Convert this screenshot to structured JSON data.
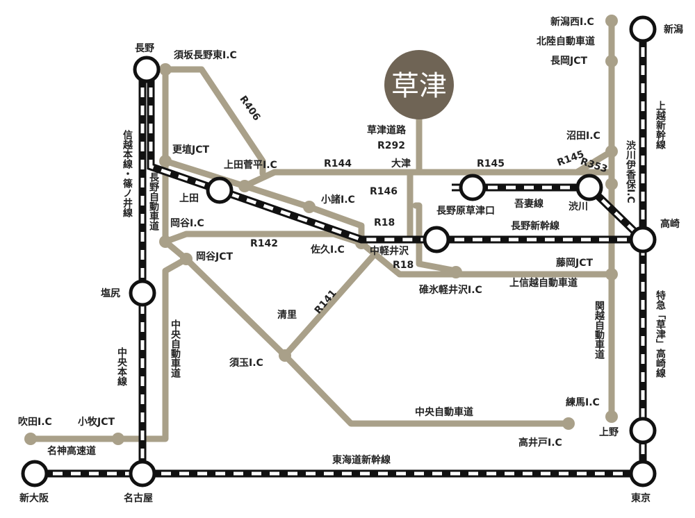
{
  "brand": {
    "name": "草津",
    "color": "#6f6455"
  },
  "colors": {
    "road": "#a9a089",
    "rail": "#111111",
    "text": "#222222"
  },
  "stations": {
    "nagano": "長野",
    "ueda": "上田",
    "shiojiri": "塩尻",
    "nagoya": "名古屋",
    "shin_osaka": "新大阪",
    "tokyo": "東京",
    "takasaki": "高崎",
    "niigata": "新潟",
    "ueno": "上野",
    "shibukawa": "渋川",
    "naganohara": "長野原草津口",
    "nakakaruizawa": "中軽井沢"
  },
  "lines": {
    "shinetsu_shinonoi": "信越本線・篠ノ井線",
    "chuo_honsen": "中央本線",
    "tokaido_shinkansen": "東海道新幹線",
    "joetsu_shinkansen": "上越新幹線",
    "nagano_shinkansen": "長野新幹線",
    "agatsuma": "吾妻線",
    "tokkyu_kusatsu": "特急「草津」高崎線"
  },
  "roads": {
    "r406": "R406",
    "r144": "R144",
    "r145a": "R145",
    "r145b": "R145",
    "r353": "R353",
    "r146": "R146",
    "r18a": "R18",
    "r18b": "R18",
    "r142": "R142",
    "r141": "R141",
    "r292": "R292",
    "kusatsu_michi": "草津道路",
    "nagano_expy": "長野自動車道",
    "chuo_expy_v": "中央自動車道",
    "chuo_expy_h": "中央自動車道",
    "meishin": "名神高速道",
    "joshinetsu": "上信越自動車道",
    "kanetsu": "関越自動車道",
    "hokuriku": "北陸自動車道",
    "shibukawa_ikaho": "渋川伊香保I.C"
  },
  "points": {
    "suzaka": "須坂長野東I.C",
    "koshoku": "更埴JCT",
    "ueda_sugadaira": "上田菅平I.C",
    "komoro": "小諸I.C",
    "okaya_ic": "岡谷I.C",
    "okaya_jct": "岡谷JCT",
    "saku": "佐久I.C",
    "kiyosato": "清里",
    "sudama": "須玉I.C",
    "usui": "碓氷軽井沢I.C",
    "fujioka": "藤岡JCT",
    "numata": "沼田I.C",
    "nagaoka": "長岡JCT",
    "niigata_nishi": "新潟西I.C",
    "nerima": "練馬I.C",
    "takaido": "高井戸I.C",
    "suita": "吹田I.C",
    "komaki": "小牧JCT",
    "otsu": "大津"
  }
}
